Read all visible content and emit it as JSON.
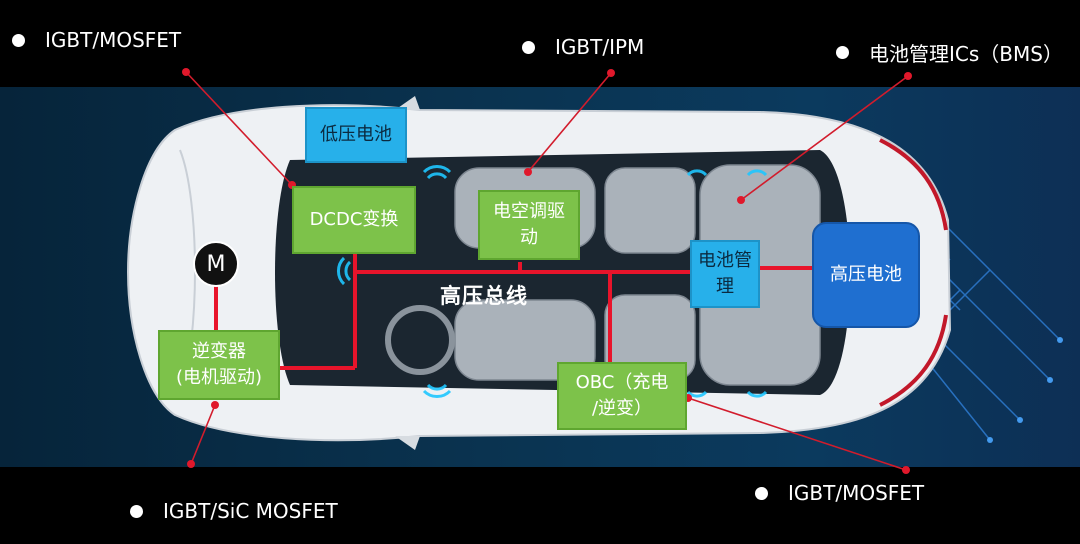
{
  "callouts": {
    "top_left": "IGBT/MOSFET",
    "top_center": "IGBT/IPM",
    "top_right": "电池管理ICs（BMS）",
    "bottom_left": "IGBT/SiC MOSFET",
    "bottom_right": "IGBT/MOSFET"
  },
  "components": {
    "low_voltage_battery": "低压电池",
    "dcdc": "DCDC变换",
    "ac_drive": "电空调驱动",
    "battery_management": "电池管理",
    "high_voltage_battery": "高压电池",
    "inverter": "逆变器\n(电机驱动)",
    "obc": "OBC（充电\n/逆变）",
    "motor": "M"
  },
  "bus_label": "高压总线",
  "colors": {
    "bus_line": "#e8142b",
    "leader_line": "#d21c2c",
    "green_box": "#7dc24a",
    "cyan_box": "#27b0ea",
    "blue_box": "#1f6fd0"
  }
}
